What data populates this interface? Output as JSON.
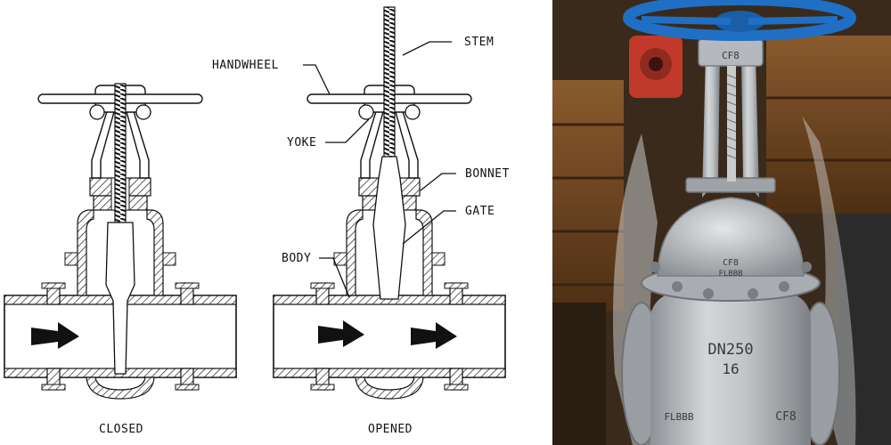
{
  "labels": {
    "handwheel": "HANDWHEEL",
    "stem": "STEM",
    "yoke": "YOKE",
    "bonnet": "BONNET",
    "gate": "GATE",
    "body": "BODY"
  },
  "captions": {
    "closed": "CLOSED",
    "opened": "OPENED"
  },
  "photo_markings": {
    "material_top": "CF8",
    "material_bonnet": "CF8",
    "brand_bonnet": "FLBBB",
    "size": "DN250",
    "pressure": "16",
    "brand_body": "FLBBB",
    "material_body": "CF8"
  },
  "colors": {
    "handwheel": "#1f6fc4",
    "metal": "#b8bcc0",
    "crate": "#7a4a22",
    "motor": "#c0392b"
  }
}
